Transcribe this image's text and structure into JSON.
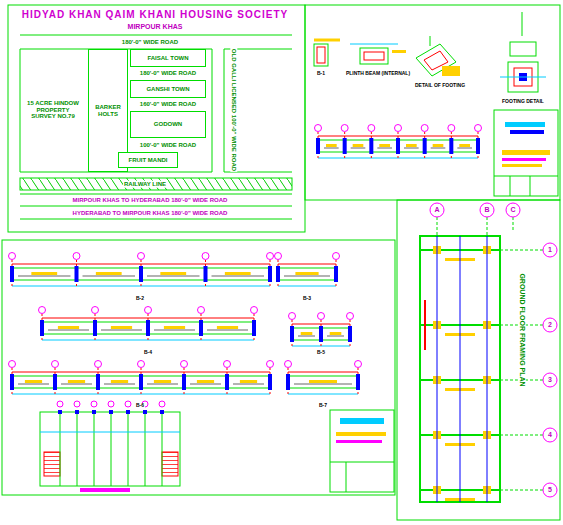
{
  "diagram": {
    "title": "HIDYAD KHAN QAIM KHANI HOUSING SOCIETY",
    "nodes": [
      {
        "text": [
          "15 ACRE HINDOW PROPERTY SURVEY NO.79"
        ]
      },
      {
        "text": [
          "BARKER HOLTS"
        ]
      },
      {
        "text": [
          "FAISAL TOWN"
        ]
      },
      {
        "text": [
          "GANSHI TOWN"
        ]
      },
      {
        "text": [
          "GODOWN"
        ]
      },
      {
        "text": [
          "FRUIT MANDI"
        ]
      }
    ],
    "labels": [
      "MIRPOUR KHAS",
      "180'-0\" WIDE ROAD",
      "180'-0\" WIDE ROAD",
      "160'-0\" WIDE ROAD",
      "100'-0\" WIDE ROAD",
      "OLD GALLI LICENSED 100'-0\" WIDE ROAD",
      "RAILWAY LINE",
      "MIRPOUR KHAS TO HYDERABAD 180'-0\" WIDE ROAD",
      "HYDERABAD TO MIRPOUR KHAS 180'-0\" WIDE ROAD",
      "B-1",
      "PLINTH BEAM (INTERNAL)",
      "DETAIL OF FOOTING",
      "FOOTING DETAIL",
      "B-2",
      "B-3",
      "B-4",
      "B-5",
      "B-6",
      "B-7",
      "GROUND FLOOR FRAMING PLAN",
      "A",
      "B",
      "C",
      "1",
      "2",
      "3",
      "4",
      "5"
    ]
  }
}
